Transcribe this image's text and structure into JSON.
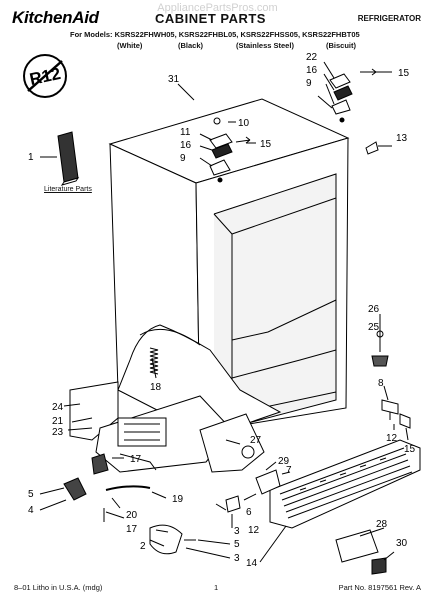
{
  "header": {
    "brand": "KitchenAid",
    "title": "CABINET PARTS",
    "category": "REFRIGERATOR",
    "models_line": "For Models: KSRS22FHWH05, KSRS22FHBL05, KSRS22FHSS05, KSRS22FHBT05",
    "variants": [
      "(White)",
      "(Black)",
      "(Stainless Steel)",
      "(Biscuit)"
    ]
  },
  "watermark": "AppliancePartsPros.com",
  "badge": "R12",
  "literature_caption": "Literature Parts",
  "callouts": [
    "1",
    "2",
    "3",
    "3",
    "4",
    "5",
    "5",
    "6",
    "7",
    "8",
    "9",
    "9",
    "10",
    "11",
    "12",
    "12",
    "13",
    "14",
    "15",
    "15",
    "15",
    "16",
    "16",
    "17",
    "17",
    "18",
    "19",
    "20",
    "21",
    "22",
    "23",
    "24",
    "25",
    "26",
    "27",
    "28",
    "29",
    "30",
    "31"
  ],
  "footer": {
    "left": "8–01 Litho in U.S.A. (mdg)",
    "center": "1",
    "right": "Part No. 8197561 Rev. A"
  }
}
